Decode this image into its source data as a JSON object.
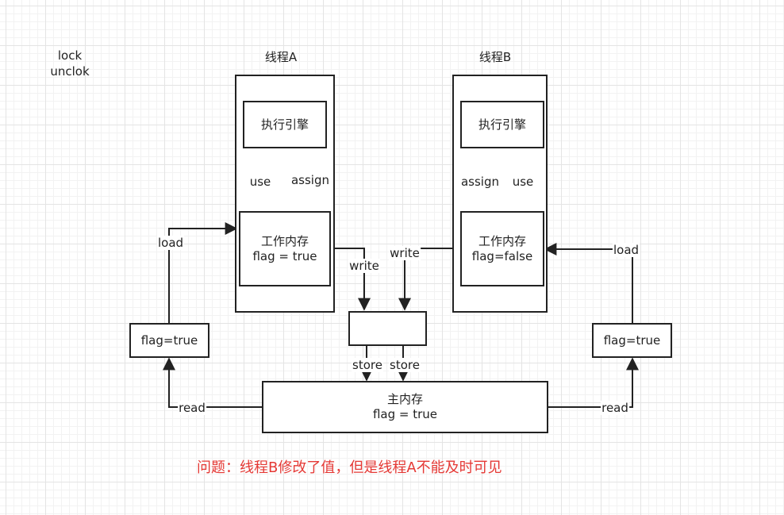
{
  "notes": {
    "line1": "lock",
    "line2": "unclok"
  },
  "threadA": {
    "title": "线程A",
    "engine": "执行引擎",
    "work_mem_title": "工作内存",
    "work_mem_value": "flag = true",
    "use": "use",
    "assign": "assign"
  },
  "threadB": {
    "title": "线程B",
    "engine": "执行引擎",
    "work_mem_title": "工作内存",
    "work_mem_value": "flag=false",
    "use": "use",
    "assign": "assign"
  },
  "copy_left": {
    "value": "flag=true",
    "load": "load",
    "read": "read"
  },
  "copy_right": {
    "value": "flag=true",
    "load": "load",
    "read": "read"
  },
  "middle": {
    "write_a": "write",
    "write_b": "write",
    "store_a": "store",
    "store_b": "store"
  },
  "main_memory": {
    "title": "主内存",
    "value": "flag = true"
  },
  "problem": "问题：线程B修改了值，但是线程A不能及时可见",
  "colors": {
    "line": "#222222",
    "problem": "#e53935"
  }
}
